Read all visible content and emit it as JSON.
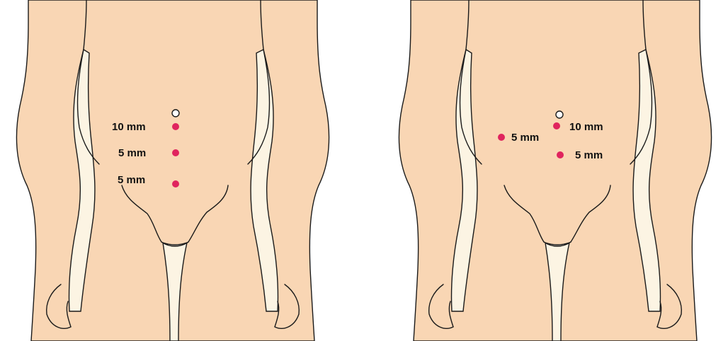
{
  "colors": {
    "skin": "#f9d6b4",
    "background_gap": "#fcf4e3",
    "outline": "#1a1a1a",
    "port": "#e0245e",
    "camera_port_fill": "#ffffff"
  },
  "left_diagram": {
    "ports": [
      {
        "label": "10 mm"
      },
      {
        "label": "5 mm"
      },
      {
        "label": "5 mm"
      }
    ]
  },
  "right_diagram": {
    "ports": [
      {
        "label": "10 mm"
      },
      {
        "label": "5 mm"
      },
      {
        "label": "5 mm"
      }
    ]
  }
}
